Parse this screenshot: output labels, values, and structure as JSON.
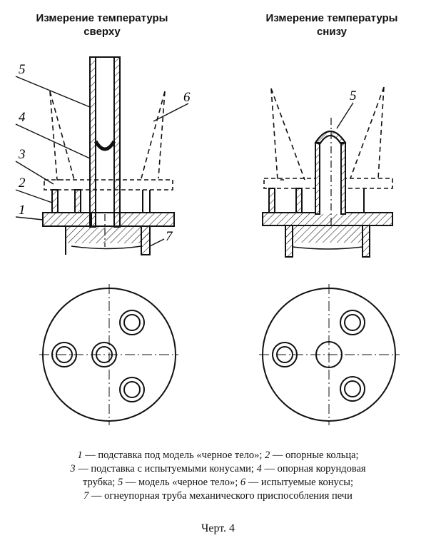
{
  "titles": {
    "left": [
      "Измерение температуры",
      "сверху"
    ],
    "right": [
      "Измерение температуры",
      "снизу"
    ]
  },
  "labels": {
    "left": [
      "5",
      "4",
      "3",
      "2",
      "1",
      "6",
      "7"
    ],
    "right": [
      "5"
    ]
  },
  "legend": [
    {
      "num": "1",
      "text": " — подставка под модель «черное тело»; "
    },
    {
      "num": "2",
      "text": " — опорные кольца;"
    },
    {
      "num": "3",
      "text": " — подставка с испытуемыми конусами; "
    },
    {
      "num": "4",
      "text": " — опорная корундовая"
    },
    {
      "num": "",
      "text": "трубка; "
    },
    {
      "num": "5",
      "text": " — модель «черное тело»; "
    },
    {
      "num": "6",
      "text": " — испытуемые конусы;"
    },
    {
      "num": "7",
      "text": " — огнеупорная труба механического приспособления печи"
    }
  ],
  "figure_label": "Черт. 4"
}
